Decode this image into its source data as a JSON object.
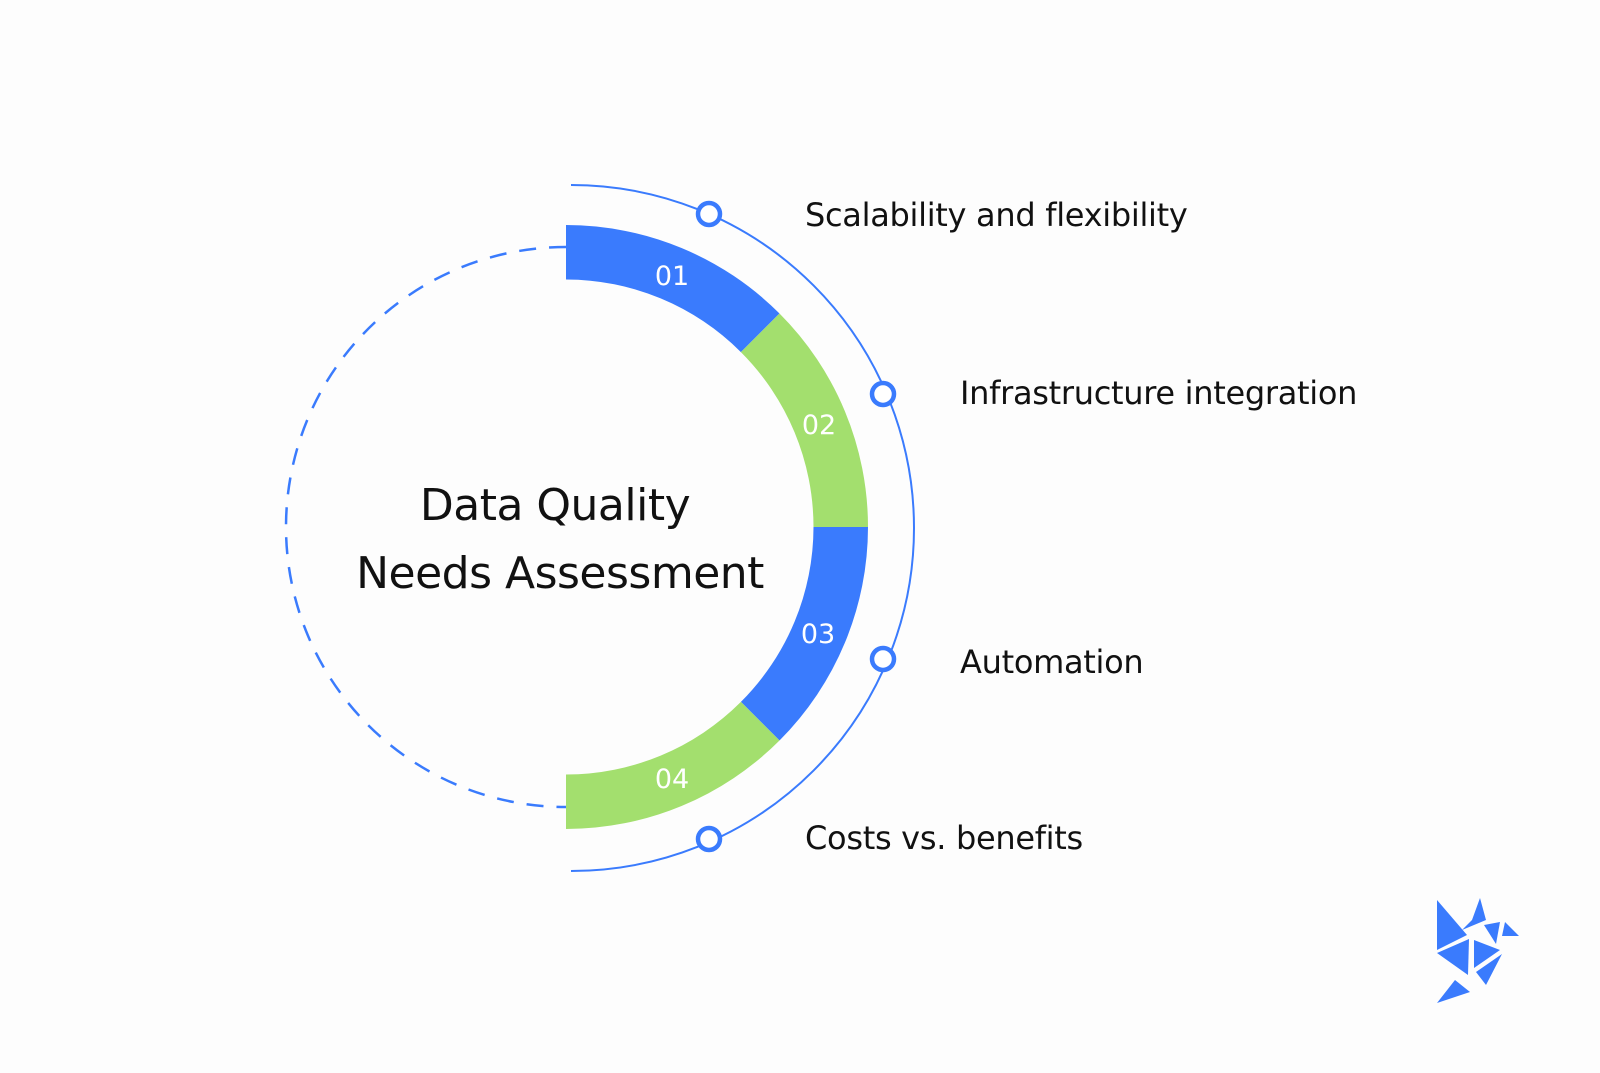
{
  "diagram": {
    "title_lines": [
      "Data Quality",
      "Needs Assessment"
    ],
    "segments": [
      {
        "number": "01",
        "color": "#3a7bfd"
      },
      {
        "number": "02",
        "color": "#a3df6e"
      },
      {
        "number": "03",
        "color": "#3a7bfd"
      },
      {
        "number": "04",
        "color": "#a3df6e"
      }
    ],
    "items": [
      {
        "label": "Scalability and flexibility"
      },
      {
        "label": "Infrastructure integration"
      },
      {
        "label": "Automation"
      },
      {
        "label": "Costs vs. benefits"
      }
    ],
    "accent_color": "#3a7bfd",
    "logo_icon": "origami-bird-logo-icon"
  }
}
